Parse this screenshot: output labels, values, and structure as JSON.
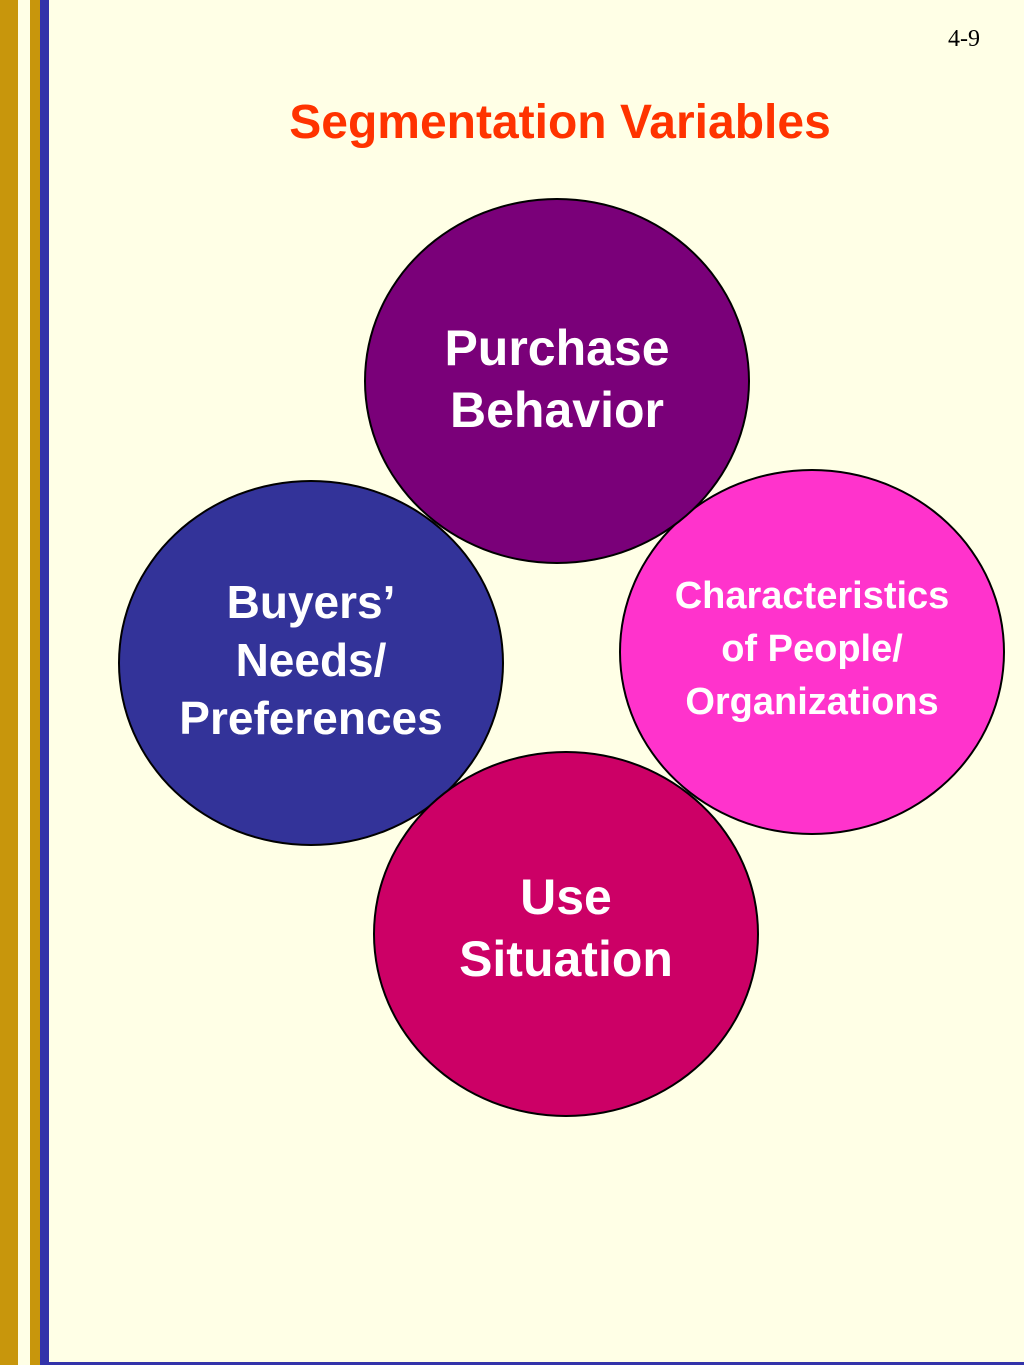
{
  "slide": {
    "number": "4-9",
    "title": "Segmentation Variables"
  },
  "circles": {
    "purchase_behavior": {
      "line1": "Purchase",
      "line2": "Behavior"
    },
    "buyers_needs": {
      "line1": "Buyers’",
      "line2": "Needs/",
      "line3": "Preferences"
    },
    "characteristics": {
      "line1": "Characteristics",
      "line2": "of People/",
      "line3": "Organizations"
    },
    "use_situation": {
      "line1": "Use",
      "line2": "Situation"
    }
  },
  "colors": {
    "background": "#ffffe6",
    "title": "#ff3300",
    "stripe_gold": "#c8960c",
    "stripe_blue": "#3333aa",
    "purchase_behavior": "#7a0079",
    "buyers_needs": "#333399",
    "characteristics": "#ff33cc",
    "use_situation": "#cc0066"
  }
}
